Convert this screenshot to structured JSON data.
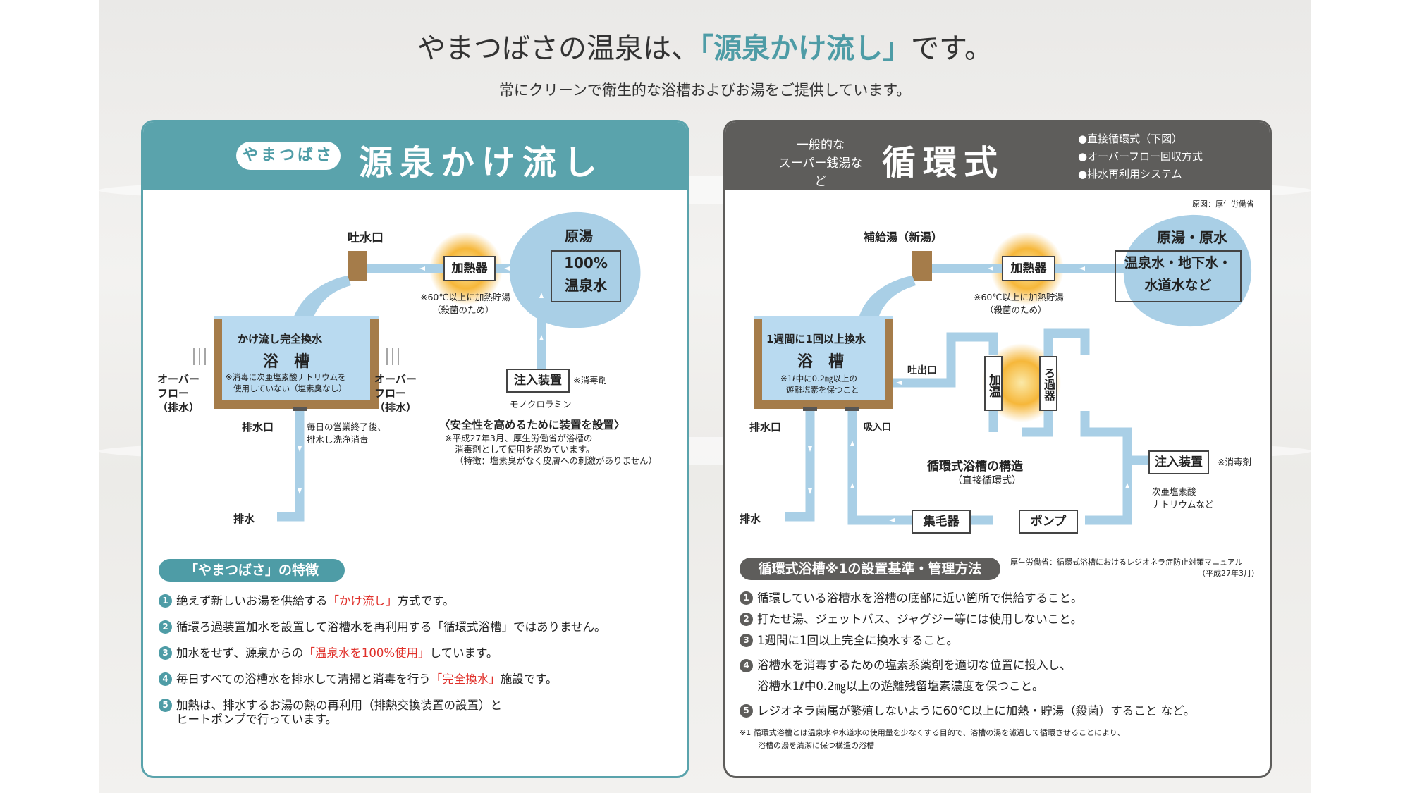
{
  "headline": {
    "before": "やまつばさの温泉は、",
    "highlight": "「源泉かけ流し」",
    "after": "です。"
  },
  "subline": "常にクリーンで衛生的な浴槽およびお湯をご提供しています。",
  "left": {
    "pill": "やまつばさ",
    "title": "源泉かけ流し",
    "diagram": {
      "spout": "吐水口",
      "heater": "加熱器",
      "heater_note1": "※60℃以上に加熱貯湯",
      "heater_note2": "（殺菌のため）",
      "source_title": "原湯",
      "source_line1": "100%",
      "source_line2": "温泉水",
      "tub_top": "かけ流し完全換水",
      "tub_name": "浴　槽",
      "tub_note1": "※消毒に次亜塩素酸ナトリウムを",
      "tub_note2": "使用していない（塩素臭なし）",
      "overflow1": "オーバー",
      "overflow2": "フロー",
      "overflow3": "（排水）",
      "drain_port": "排水口",
      "drain_note1": "毎日の営業終了後、",
      "drain_note2": "排水し洗浄消毒",
      "drain": "排水",
      "injector": "注入装置",
      "disinfectant": "※消毒剤",
      "chemical": "モノクロラミン",
      "safety": "〈安全性を高めるために装置を設置〉",
      "safety_note1": "※平成27年3月、厚生労働省が浴槽の",
      "safety_note2": "消毒剤として使用を認めています。",
      "safety_note3": "（特徴：塩素臭がなく皮膚への刺激がありません）"
    },
    "features_title": "「やまつばさ」の特徴",
    "features": [
      {
        "num": "1",
        "a": "絶えず新しいお湯を供給する",
        "red": "「かけ流し」",
        "b": "方式です。"
      },
      {
        "num": "2",
        "a": "循環ろ過装置加水を設置して浴槽水を再利用する「循環式浴槽」ではありません。",
        "red": "",
        "b": ""
      },
      {
        "num": "3",
        "a": "加水をせず、源泉からの",
        "red": "「温泉水を100%使用」",
        "b": "しています。"
      },
      {
        "num": "4",
        "a": "毎日すべての浴槽水を排水して清掃と消毒を行う",
        "red": "「完全換水」",
        "b": "施設です。"
      },
      {
        "num": "5",
        "a": "加熱は、排水するお湯の熱の再利用（排熱交換装置の設置）と",
        "red": "",
        "b": ""
      }
    ],
    "feature5_line2": "ヒートポンプで行っています。"
  },
  "right": {
    "sub1": "一般的な",
    "sub2": "スーパー銭湯など",
    "title": "循環式",
    "bullets": [
      "●直接循環式（下図）",
      "●オーバーフロー回収方式",
      "●排水再利用システム"
    ],
    "source_credit": "原図：厚生労働省",
    "diagram": {
      "supply": "補給湯（新湯）",
      "heater": "加熱器",
      "heater_note1": "※60℃以上に加熱貯湯",
      "heater_note2": "（殺菌のため）",
      "source_title": "原湯・原水",
      "source_line1": "温泉水・地下水・",
      "source_line2": "水道水など",
      "tub_top": "1週間に1回以上換水",
      "tub_name": "浴　槽",
      "tub_note1": "※1ℓ中に0.2㎎以上の",
      "tub_note2": "遊離塩素を保つこと",
      "outlet": "吐出口",
      "warm": "加温",
      "filter": "ろ過器",
      "drain_port": "排水口",
      "intake": "吸入口",
      "structure": "循環式浴槽の構造",
      "structure_sub": "（直接循環式）",
      "injector": "注入装置",
      "disinfectant": "※消毒剤",
      "chemical1": "次亜塩素酸",
      "chemical2": "ナトリウムなど",
      "drain": "排水",
      "collector": "集毛器",
      "pump": "ポンプ"
    },
    "rules_title": "循環式浴槽※1の設置基準・管理方法",
    "rules_ref1": "厚生労働省：循環式浴槽におけるレジオネラ症防止対策マニュアル",
    "rules_ref2": "（平成27年3月）",
    "rules": [
      {
        "num": "1",
        "text": "循環している浴槽水を浴槽の底部に近い箇所で供給すること。"
      },
      {
        "num": "2",
        "text": "打たせ湯、ジェットバス、ジャグジー等には使用しないこと。"
      },
      {
        "num": "3",
        "text": "1週間に1回以上完全に換水すること。"
      },
      {
        "num": "4",
        "text": "浴槽水を消毒するための塩素系薬剤を適切な位置に投入し、"
      },
      {
        "num": "5",
        "text": "レジオネラ菌属が繁殖しないように60℃以上に加熱・貯湯（殺菌）すること など。"
      }
    ],
    "rule4_line2": "浴槽水1ℓ中0.2㎎以上の遊離残留塩素濃度を保つこと。",
    "footnote1": "※1 循環式浴槽とは温泉水や水道水の使用量を少なくする目的で、浴槽の湯を濾過して循環させることにより、",
    "footnote2": "浴槽の湯を清潔に保つ構造の浴槽"
  },
  "colors": {
    "teal": "#5aa3ac",
    "gray": "#5e5d5b",
    "pipe": "#a9cfe6",
    "tub_water": "#b9daf0",
    "wood": "#a57c4a",
    "heater_glow": "#f6b73a",
    "accent_red": "#e0302a"
  }
}
